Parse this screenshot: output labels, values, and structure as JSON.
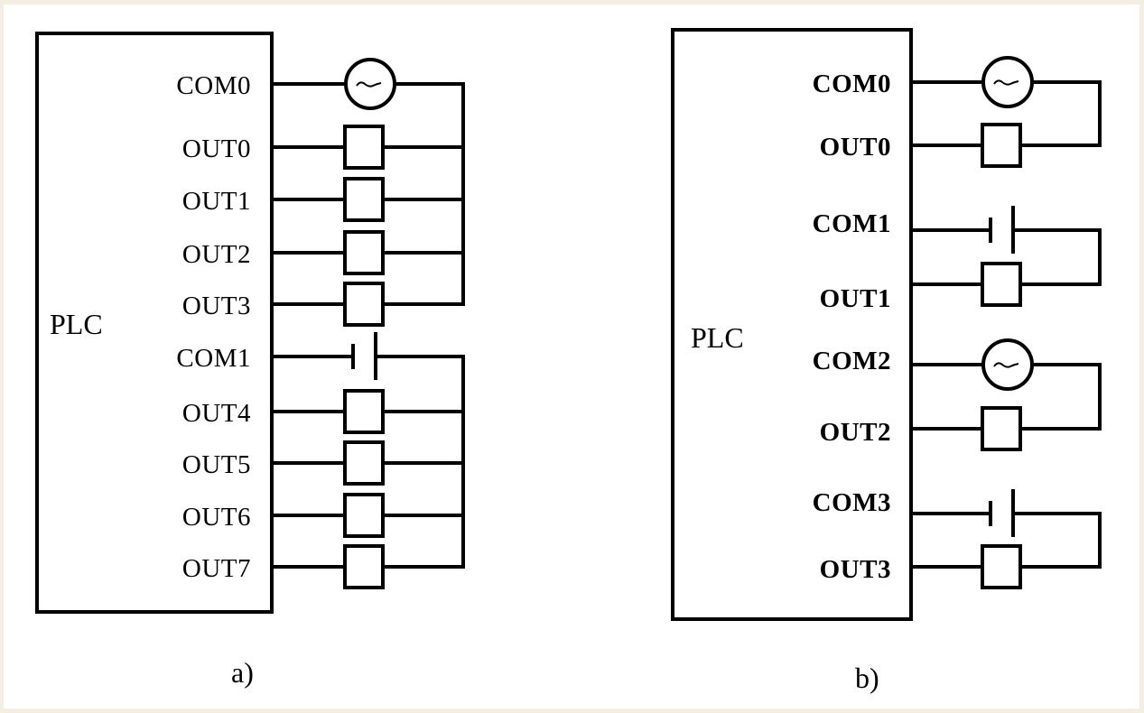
{
  "figure": {
    "description": "PLC output wiring: a) shared common terminals, b) separate common terminals",
    "colors": {
      "line": "#000000",
      "background": "#ffffff",
      "border": "#f3ede2"
    }
  },
  "diagrams": [
    {
      "id": "a",
      "caption": "a)",
      "block_label": "PLC",
      "groups": [
        {
          "common": "COM0",
          "source": "ac-source-icon",
          "outputs": [
            "OUT0",
            "OUT1",
            "OUT2",
            "OUT3"
          ]
        },
        {
          "common": "COM1",
          "source": "dc-battery-icon",
          "outputs": [
            "OUT4",
            "OUT5",
            "OUT6",
            "OUT7"
          ]
        }
      ]
    },
    {
      "id": "b",
      "caption": "b)",
      "block_label": "PLC",
      "groups": [
        {
          "common": "COM0",
          "source": "ac-source-icon",
          "outputs": [
            "OUT0"
          ]
        },
        {
          "common": "COM1",
          "source": "dc-battery-icon",
          "outputs": [
            "OUT1"
          ]
        },
        {
          "common": "COM2",
          "source": "ac-source-icon",
          "outputs": [
            "OUT2"
          ]
        },
        {
          "common": "COM3",
          "source": "dc-battery-icon",
          "outputs": [
            "OUT3"
          ]
        }
      ]
    }
  ]
}
